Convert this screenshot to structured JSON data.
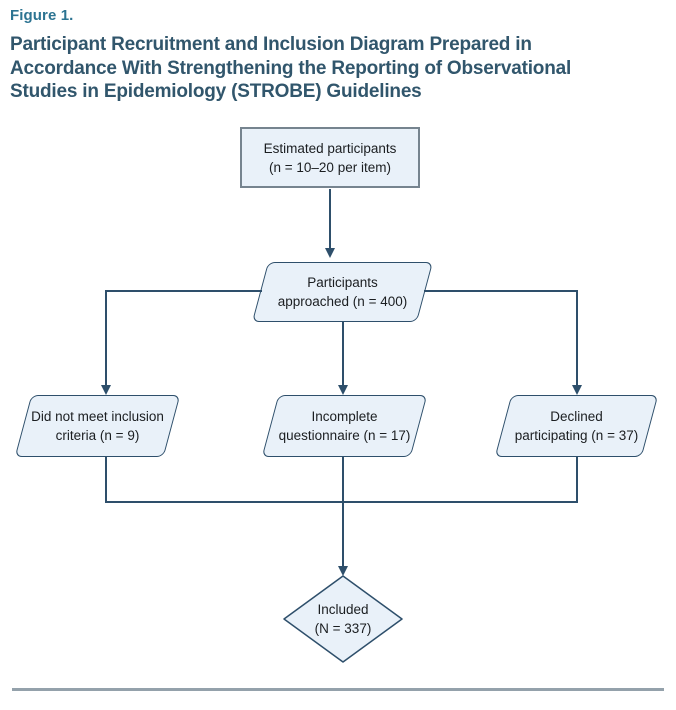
{
  "figure": {
    "label": "Figure 1."
  },
  "title": {
    "lines": [
      "Participant Recruitment and Inclusion Diagram Prepared in",
      "Accordance With Strengthening the Reporting of Observational",
      "Studies in Epidemiology (STROBE) Guidelines"
    ]
  },
  "flowchart": {
    "type": "flowchart",
    "nodes": {
      "estimated": {
        "shape": "rectangle",
        "lines": [
          "Estimated participants",
          "(n = 10–20 per item)"
        ]
      },
      "approached": {
        "shape": "parallelogram",
        "lines": [
          "Participants",
          "approached (n = 400)"
        ]
      },
      "not_meet": {
        "shape": "parallelogram",
        "lines": [
          "Did not meet inclusion",
          "criteria (n = 9)"
        ]
      },
      "incomplete": {
        "shape": "parallelogram",
        "lines": [
          "Incomplete",
          "questionnaire (n = 17)"
        ]
      },
      "declined": {
        "shape": "parallelogram",
        "lines": [
          "Declined",
          "participating (n = 37)"
        ]
      },
      "included": {
        "shape": "diamond",
        "lines": [
          "Included",
          "(N = 337)"
        ]
      }
    },
    "edges": [
      "estimated -> approached",
      "approached -> not_meet",
      "approached -> incomplete",
      "approached -> declined",
      "not_meet + incomplete + declined -> included"
    ]
  },
  "colors": {
    "figure_label": "#2d7492",
    "title": "#31566c",
    "node_fill": "#e9f1f9",
    "node_border": "#2e4f6b",
    "rect_border": "#76848f",
    "connector": "#2e4f6b",
    "node_text": "#1b1e21",
    "bottom_rule": "#94a1ab"
  }
}
